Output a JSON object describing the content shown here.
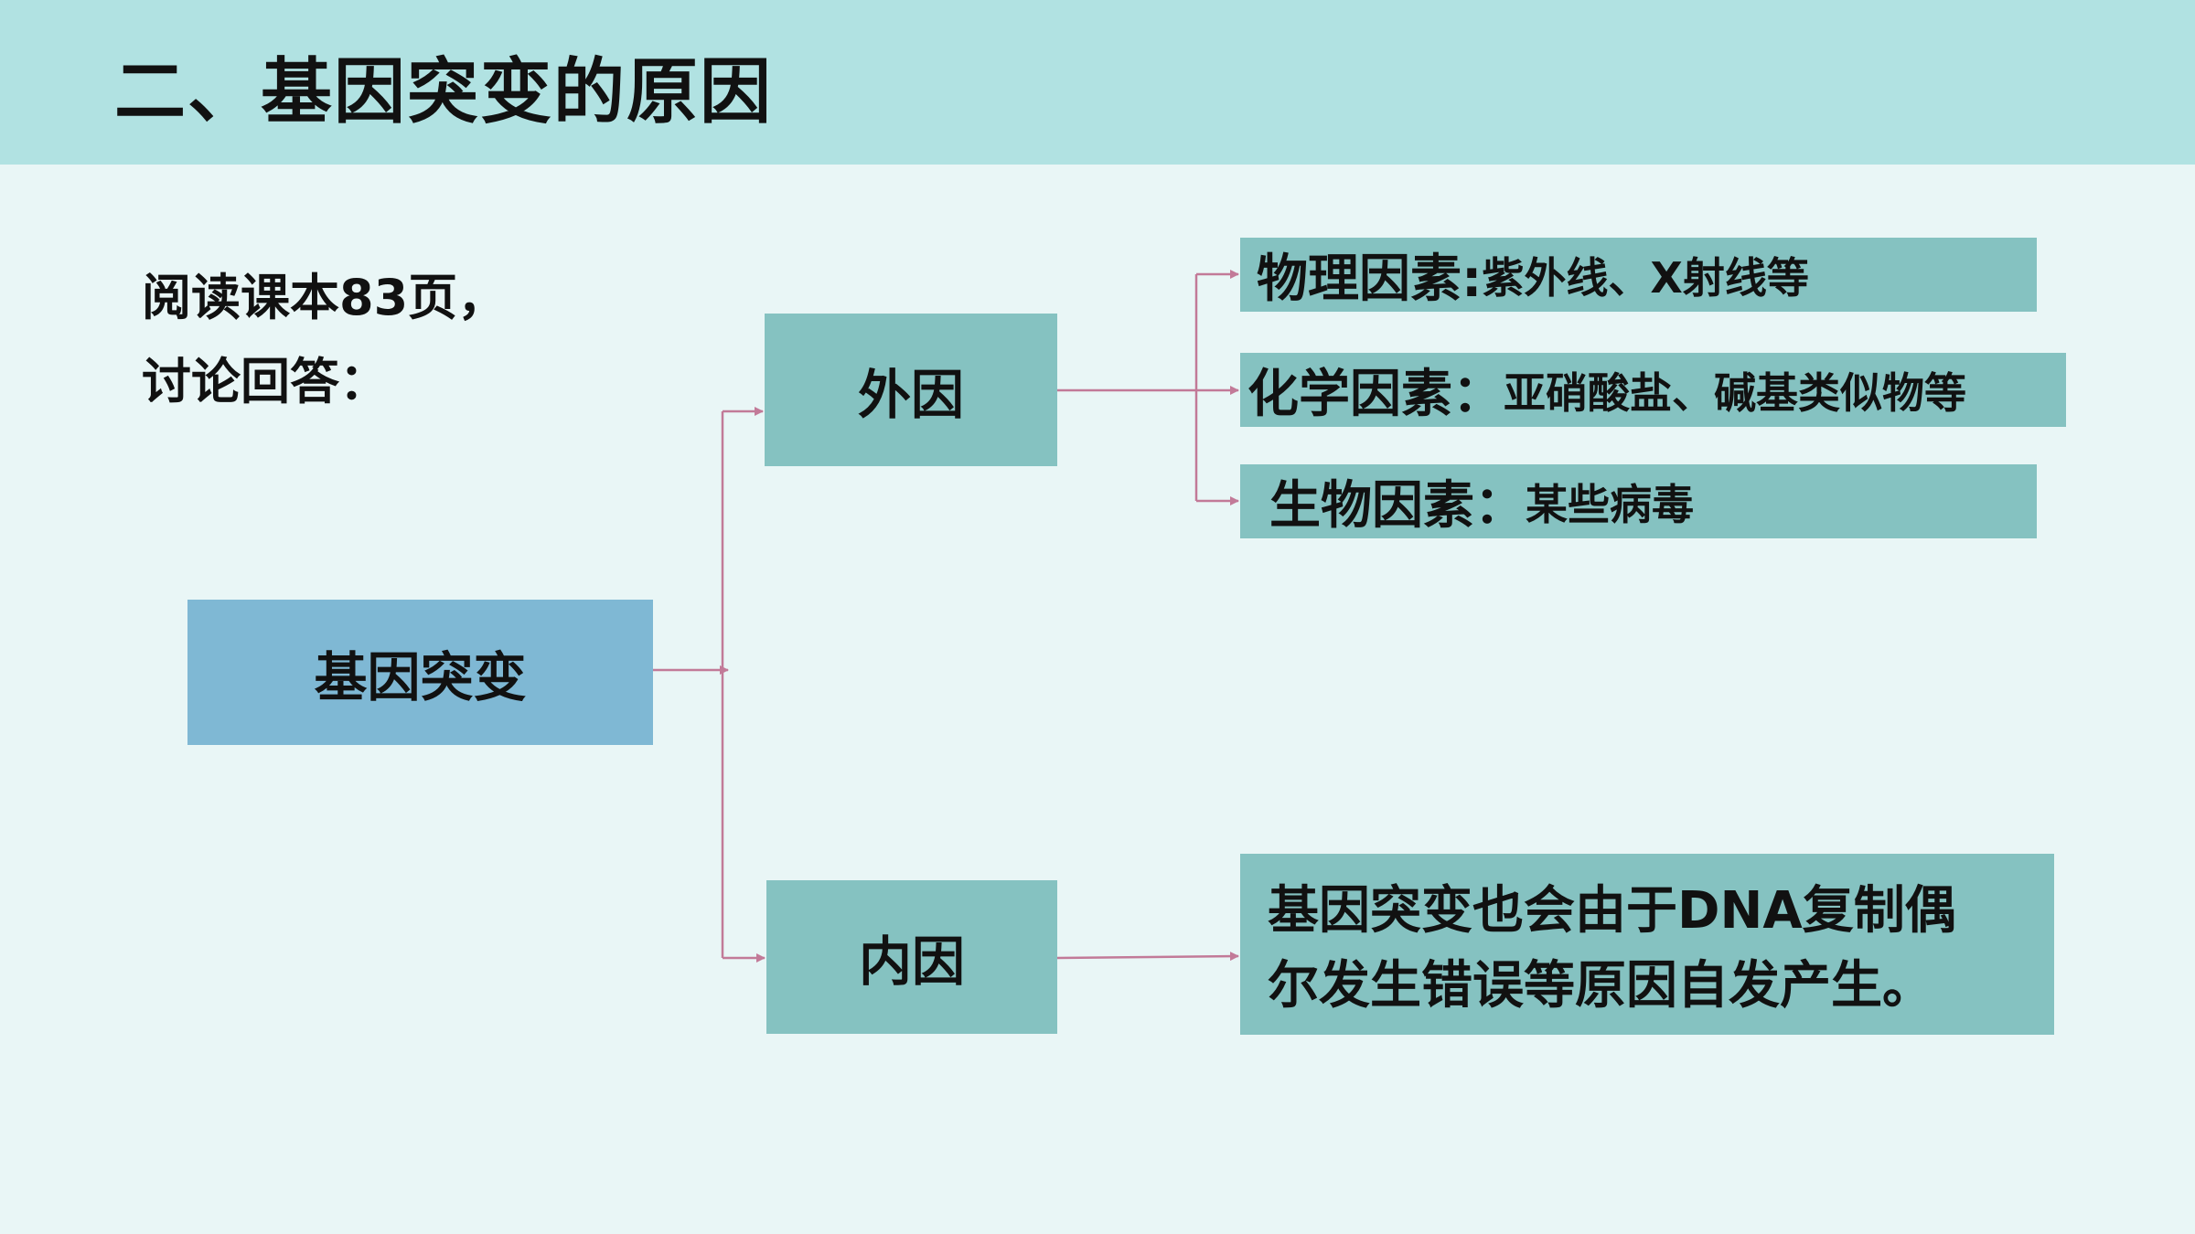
{
  "title": "二、基因突变的原因",
  "intro": {
    "line1": "阅读课本83页，",
    "line2": "讨论回答："
  },
  "diagram": {
    "root": "基因突变",
    "external": {
      "label": "外因",
      "factors": [
        {
          "name": "物理因素:",
          "desc": "紫外线、X射线等"
        },
        {
          "name": "化学因素：",
          "desc": "亚硝酸盐、碱基类似物等"
        },
        {
          "name": "生物因素：",
          "desc": "某些病毒"
        }
      ]
    },
    "internal": {
      "label": "内因",
      "desc_line1": "基因突变也会由于DNA复制偶",
      "desc_line2": "尔发生错误等原因自发产生。"
    }
  },
  "colors": {
    "header_bg": "#b1e2e2",
    "page_bg": "#e9f6f6",
    "teal_box": "#85c2c1",
    "blue_box": "#7fb8d4",
    "arrow": "#c27a98"
  }
}
